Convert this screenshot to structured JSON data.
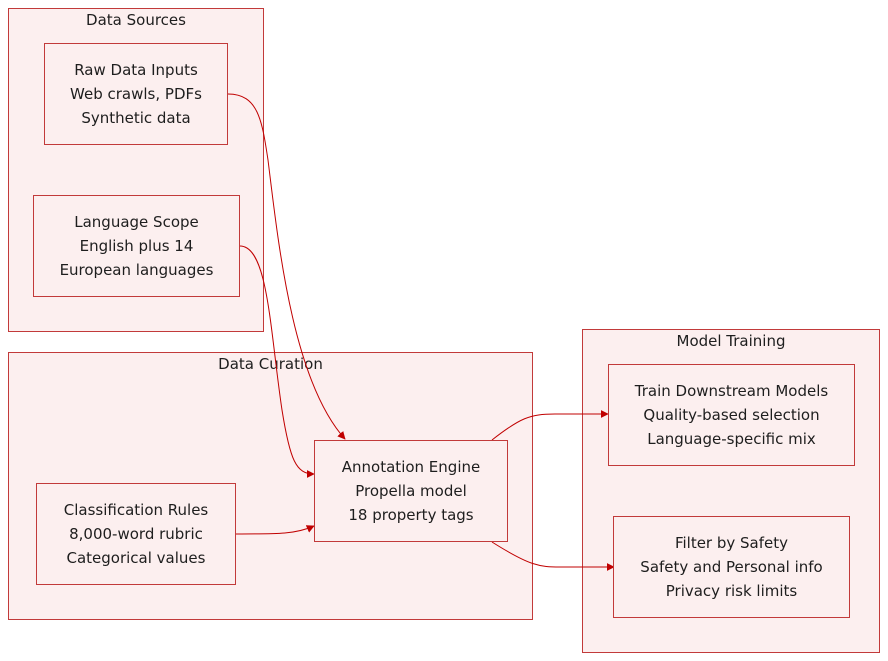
{
  "colors": {
    "group_fill": "#fcefef",
    "border": "#c23a3a",
    "edge": "#c00000",
    "text": "#1e1e1e"
  },
  "groups": {
    "data_sources": {
      "title": "Data Sources"
    },
    "data_curation": {
      "title": "Data Curation"
    },
    "model_training": {
      "title": "Model Training"
    }
  },
  "nodes": {
    "raw_data": {
      "lines": [
        "Raw Data Inputs",
        "Web crawls, PDFs",
        "Synthetic data"
      ]
    },
    "language_scope": {
      "lines": [
        "Language Scope",
        "English plus 14",
        "European languages"
      ]
    },
    "classification_rules": {
      "lines": [
        "Classification Rules",
        "8,000-word rubric",
        "Categorical values"
      ]
    },
    "annotation_engine": {
      "lines": [
        "Annotation Engine",
        "Propella model",
        "18 property tags"
      ]
    },
    "train_downstream": {
      "lines": [
        "Train Downstream Models",
        "Quality-based selection",
        "Language-specific mix"
      ]
    },
    "filter_safety": {
      "lines": [
        "Filter by Safety",
        "Safety and Personal info",
        "Privacy risk limits"
      ]
    }
  },
  "edges": [
    {
      "from": "raw_data",
      "to": "annotation_engine"
    },
    {
      "from": "language_scope",
      "to": "annotation_engine"
    },
    {
      "from": "classification_rules",
      "to": "annotation_engine"
    },
    {
      "from": "annotation_engine",
      "to": "train_downstream"
    },
    {
      "from": "annotation_engine",
      "to": "filter_safety"
    }
  ]
}
